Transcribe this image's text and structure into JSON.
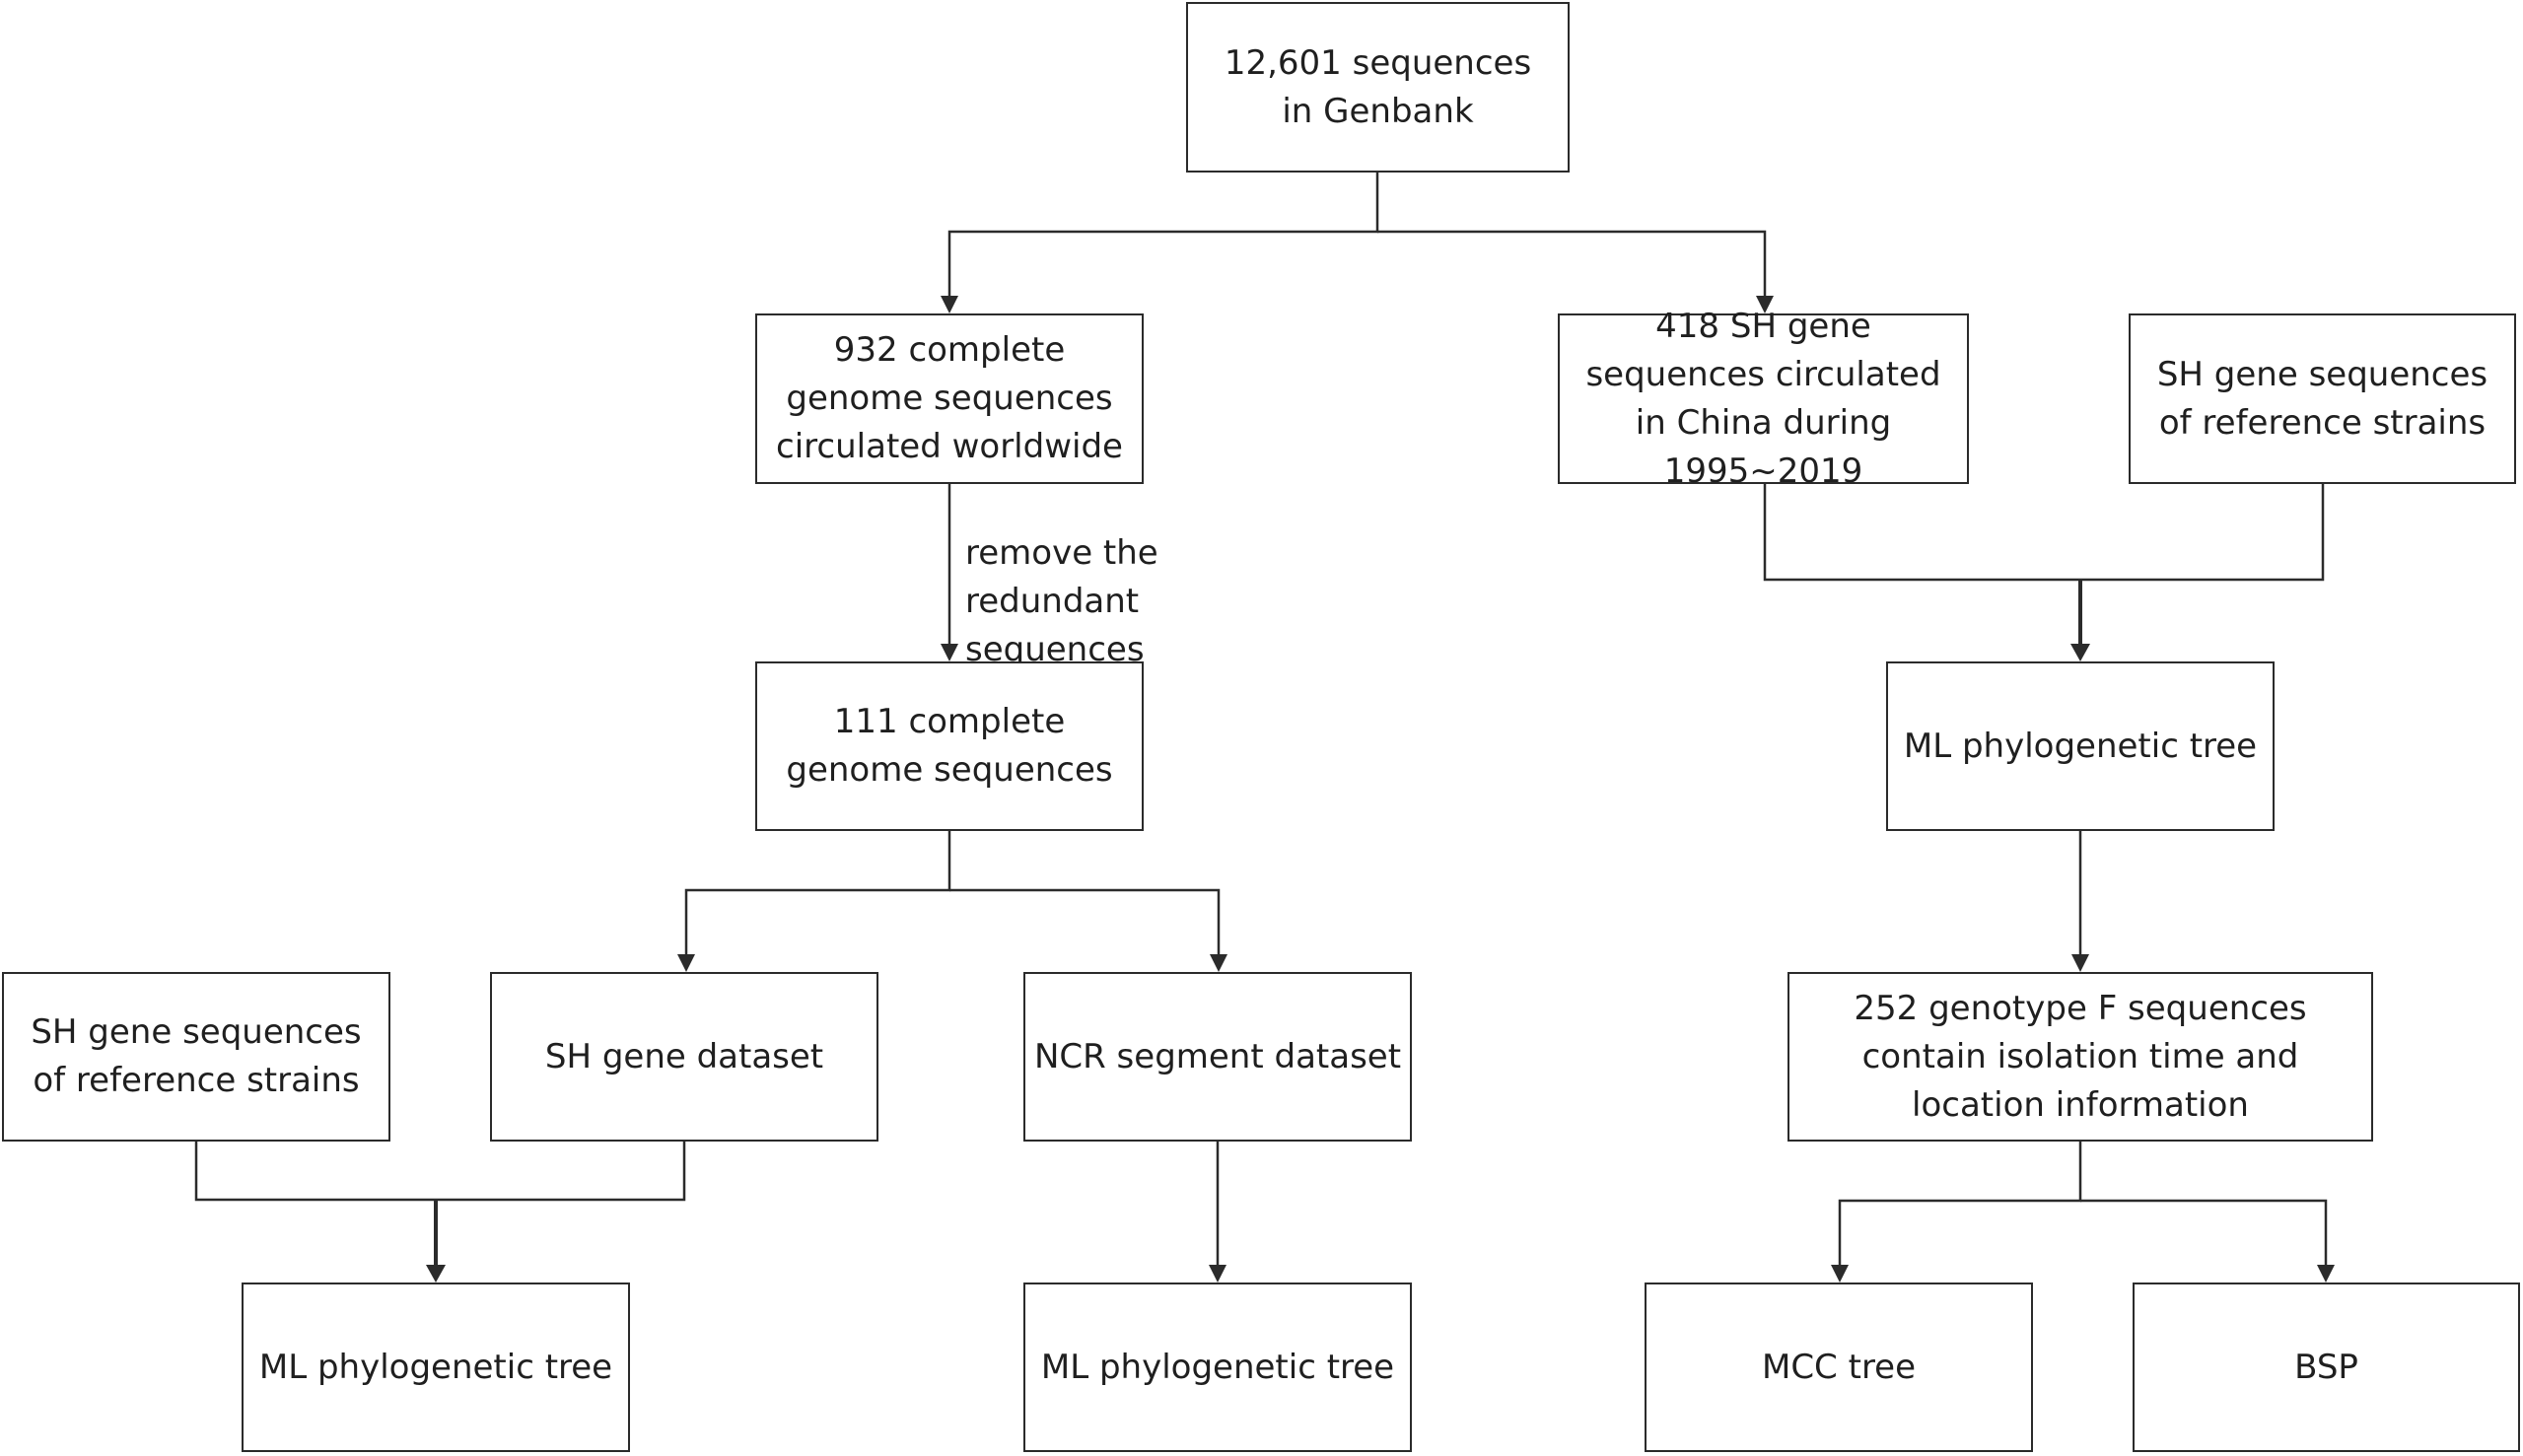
{
  "nodes": {
    "genbank": "12,601 sequences in Genbank",
    "complete_worldwide": "932 complete genome sequences circulated worldwide",
    "sh_china": "418 SH gene sequences circulated in China during 1995~2019",
    "sh_reference_right": "SH gene sequences of reference strains",
    "complete_111": "111 complete genome sequences",
    "ml_tree_right": "ML phylogenetic tree",
    "sh_reference_left": "SH gene sequences of reference strains",
    "sh_dataset": "SH gene dataset",
    "ncr_dataset": "NCR segment dataset",
    "genotype_f": "252 genotype F sequences contain isolation time and location information",
    "ml_tree_left": "ML phylogenetic tree",
    "ml_tree_middle": "ML phylogenetic tree",
    "mcc_tree": "MCC tree",
    "bsp": "BSP"
  },
  "edge_labels": {
    "remove_redundant": "remove the redundant sequences"
  }
}
